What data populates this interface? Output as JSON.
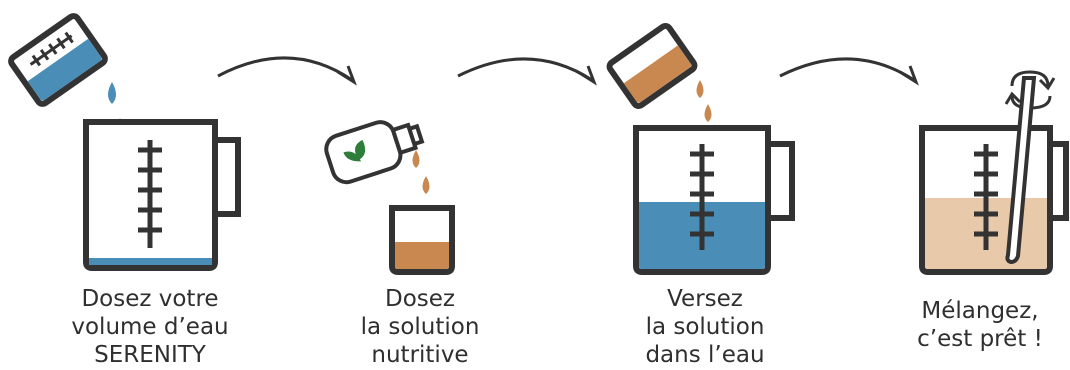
{
  "colors": {
    "outline": "#333333",
    "water": "#4a8db7",
    "nutrient": "#c9884f",
    "mix": "#e8c9a9",
    "bottle_label": "#ffffff",
    "leaf": "#2f7d3a"
  },
  "steps": [
    {
      "icon": "pouring-water-beaker-icon",
      "lines": [
        "Dosez votre",
        "volume d’eau",
        "SERENITY"
      ]
    },
    {
      "icon": "nutrient-bottle-icon",
      "lines": [
        "Dosez",
        "la solution",
        "nutritive"
      ]
    },
    {
      "icon": "pouring-solution-beaker-icon",
      "lines": [
        "Versez",
        "la solution",
        "dans l’eau"
      ]
    },
    {
      "icon": "stirring-jug-icon",
      "lines": [
        "Mélangez,",
        "c’est prêt !"
      ]
    }
  ]
}
